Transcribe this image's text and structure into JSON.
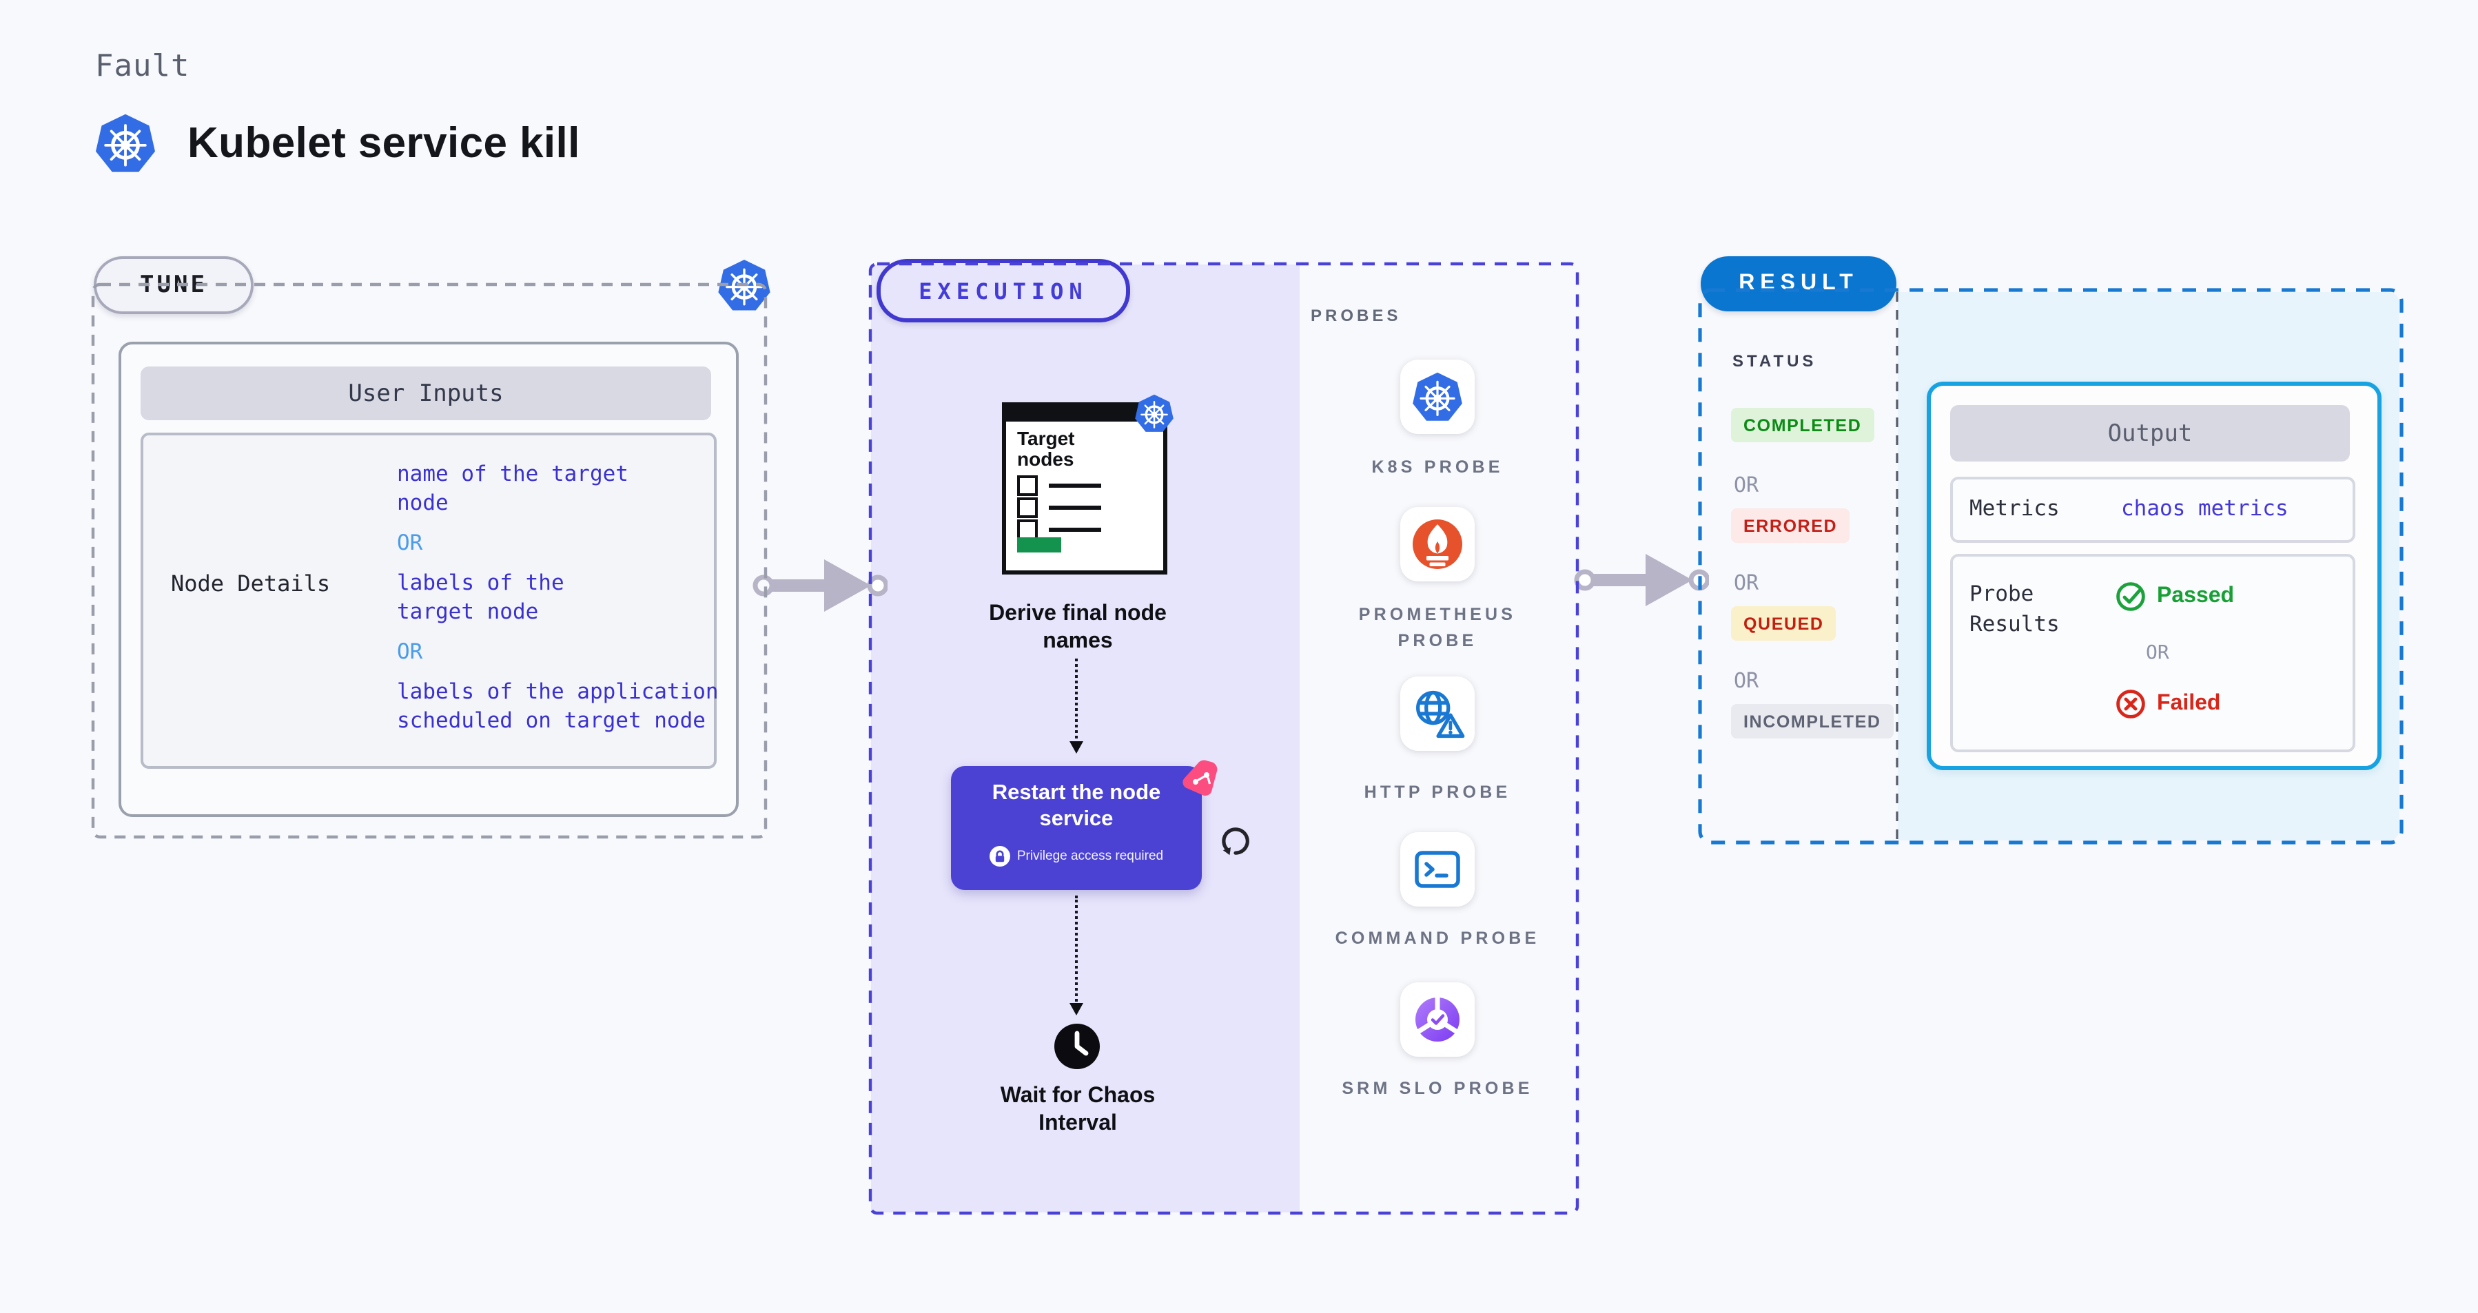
{
  "header": {
    "eyebrow": "Fault",
    "title": "Kubelet service kill"
  },
  "colors": {
    "kubernetes_blue": "#326de6",
    "tune_border": "#9a9daa",
    "execution_accent": "#4a42d8",
    "execution_fill": "#e7e5fb",
    "result_accent": "#0b76d0",
    "output_border": "#17a3e2",
    "node_purple": "#4b42d3",
    "chaos_pink": "#fb4d80",
    "success_green": "#0c8b15",
    "error_red": "#c21f17",
    "prometheus_orange": "#e6522c"
  },
  "tune": {
    "badge": "TUNE",
    "table_title": "User Inputs",
    "row_label": "Node Details",
    "items": [
      {
        "type": "option",
        "text": "name of the target\nnode"
      },
      {
        "type": "or",
        "text": "OR"
      },
      {
        "type": "option",
        "text": "labels of the\ntarget node"
      },
      {
        "type": "or",
        "text": "OR"
      },
      {
        "type": "option",
        "text": "labels of the application\n scheduled on target node"
      }
    ]
  },
  "execution": {
    "badge": "EXECUTION",
    "window_title": "Target\nnodes",
    "step_derive": "Derive final node\nnames",
    "step_restart": "Restart the node\nservice",
    "restart_note": "Privilege access required",
    "step_wait": "Wait for Chaos\nInterval",
    "probes_label": "PROBES",
    "probes": [
      {
        "label": "K8S PROBE"
      },
      {
        "label": "PROMETHEUS PROBE"
      },
      {
        "label": "HTTP PROBE"
      },
      {
        "label": "COMMAND PROBE"
      },
      {
        "label": "SRM SLO PROBE"
      }
    ]
  },
  "result": {
    "badge": "RESULT",
    "status_label": "STATUS",
    "statuses": [
      {
        "label": "COMPLETED",
        "kind": "success"
      },
      {
        "label": "OR",
        "kind": "or"
      },
      {
        "label": "ERRORED",
        "kind": "error"
      },
      {
        "label": "OR",
        "kind": "or"
      },
      {
        "label": "QUEUED",
        "kind": "warning"
      },
      {
        "label": "OR",
        "kind": "or"
      },
      {
        "label": "INCOMPLETED",
        "kind": "neutral"
      }
    ],
    "output": {
      "title": "Output",
      "metrics_label": "Metrics",
      "metrics_value": "chaos metrics",
      "probe_results_label": "Probe\nResults",
      "passed": "Passed",
      "or": "OR",
      "failed": "Failed"
    }
  }
}
